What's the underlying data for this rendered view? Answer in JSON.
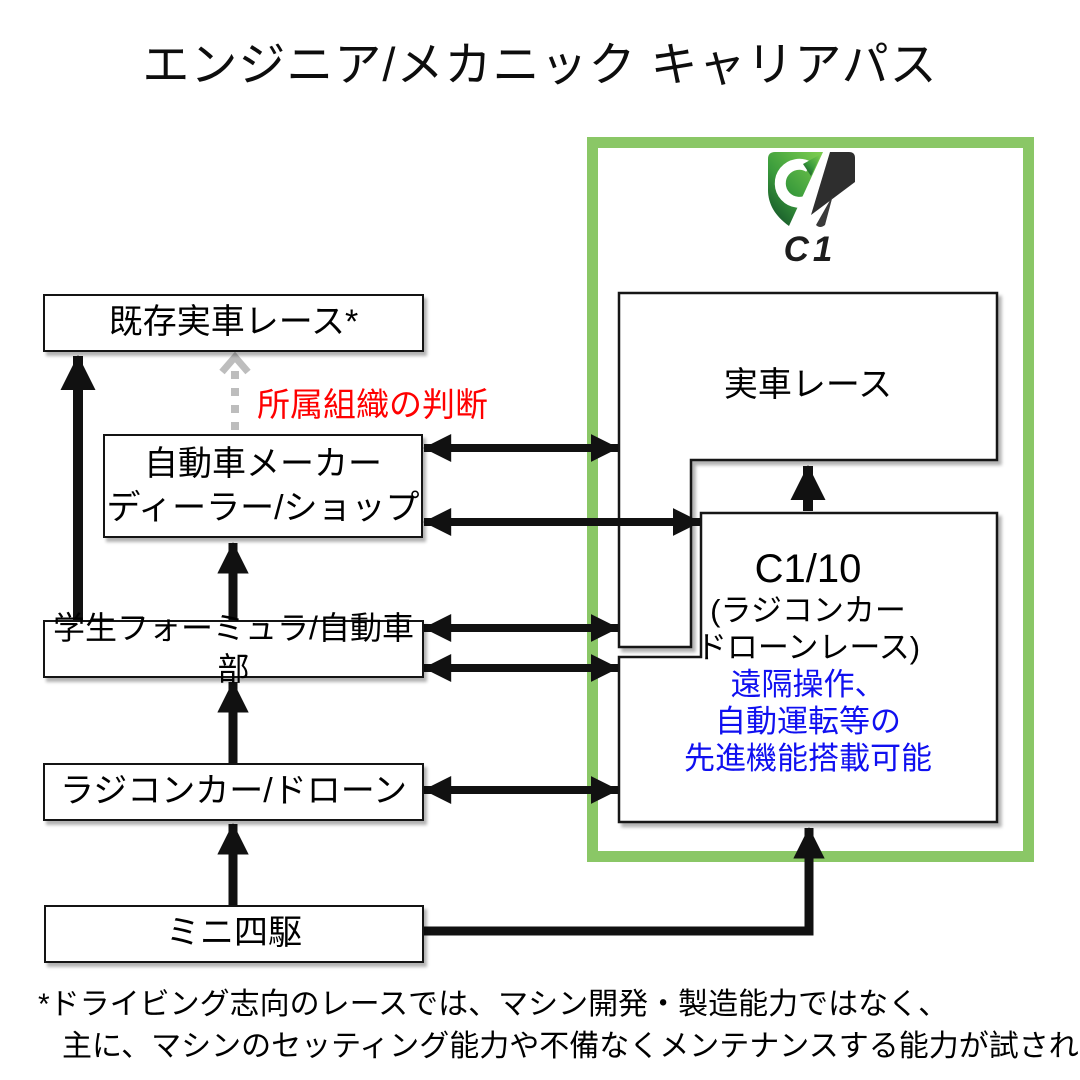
{
  "title": "エンジニア/メカニック キャリアパス",
  "logo": {
    "label": "C1"
  },
  "boxes": {
    "existing_race": "既存実車レース*",
    "maker_line1": "自動車メーカー",
    "maker_line2": "ディーラー/ショップ",
    "student": "学生フォーミュラ/自動車部",
    "rc_drone": "ラジコンカー/ドローン",
    "mini4wd": "ミニ四駆",
    "real_race": "実車レース",
    "c110_line1": "C1/10",
    "c110_line2": "(ラジコンカー",
    "c110_line3": "ドローンレース)",
    "c110_feature1": "遠隔操作、",
    "c110_feature2": "自動運転等の",
    "c110_feature3": "先進機能搭載可能"
  },
  "annotations": {
    "org_decision": "所属組織の判断"
  },
  "footnote": {
    "line1": "*ドライビング志向のレースでは、マシン開発・製造能力ではなく、",
    "line2": "主に、マシンのセッティング能力や不備なくメンテナンスする能力が試される"
  },
  "colors": {
    "frame_green": "#8AC766",
    "annotation_red": "#FF0000",
    "feature_blue": "#1010F0",
    "arrow_black": "#111111",
    "dotted_gray": "#BDBDBD"
  }
}
